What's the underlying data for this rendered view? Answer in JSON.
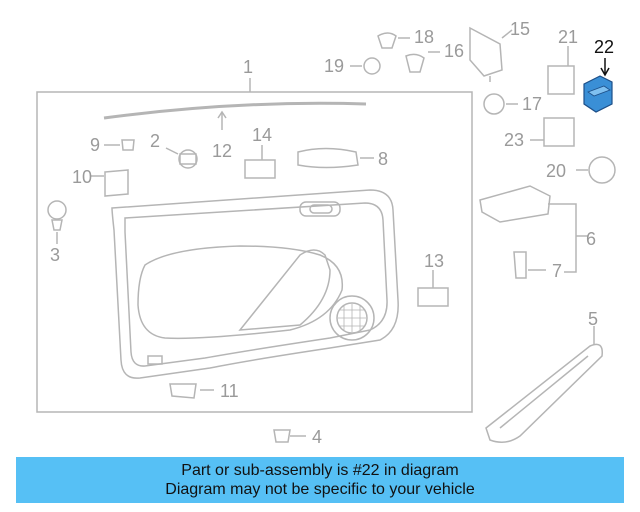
{
  "callouts": {
    "n1": "1",
    "n2": "2",
    "n3": "3",
    "n4": "4",
    "n5": "5",
    "n6": "6",
    "n7": "7",
    "n8": "8",
    "n9": "9",
    "n10": "10",
    "n11": "11",
    "n12": "12",
    "n13": "13",
    "n14": "14",
    "n15": "15",
    "n16": "16",
    "n17": "17",
    "n18": "18",
    "n19": "19",
    "n20": "20",
    "n21": "21",
    "n22": "22",
    "n23": "23"
  },
  "highlighted_part": "22",
  "colors": {
    "line": "#b5b5b5",
    "highlight_part": "#3a8fd6",
    "banner": "#56c0f5"
  },
  "banner": {
    "line1": "Part or sub-assembly is #22 in diagram",
    "line2": "Diagram may not be specific to your vehicle"
  }
}
